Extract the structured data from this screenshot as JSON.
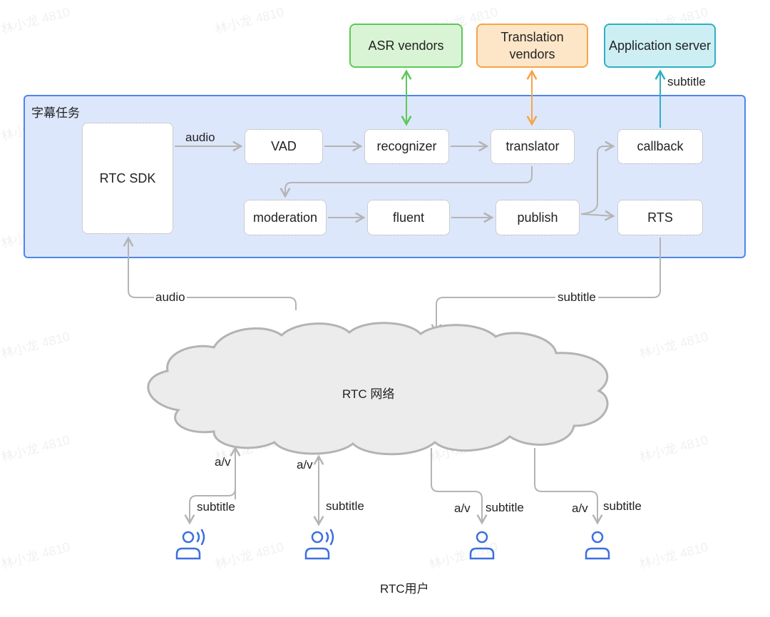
{
  "watermark": "林小龙 4810",
  "group": {
    "title": "字幕任务"
  },
  "nodes": {
    "rtc_sdk": "RTC SDK",
    "vad": "VAD",
    "recognizer": "recognizer",
    "translator": "translator",
    "callback": "callback",
    "moderation": "moderation",
    "fluent": "fluent",
    "publish": "publish",
    "rts": "RTS"
  },
  "vendors": {
    "asr": "ASR vendors",
    "translation": "Translation vendors",
    "app_server": "Application server"
  },
  "edge_labels": {
    "sdk_to_vad": "audio",
    "callback_to_server": "subtitle",
    "network_to_sdk": "audio",
    "rts_to_network": "subtitle"
  },
  "network": {
    "label": "RTC 网络"
  },
  "users": {
    "label": "RTC用户",
    "items": [
      {
        "up": "a/v",
        "down": "subtitle"
      },
      {
        "up": "a/v",
        "down": "subtitle"
      },
      {
        "up": "a/v",
        "down": "subtitle"
      },
      {
        "up": "a/v",
        "down": "subtitle"
      }
    ]
  },
  "colors": {
    "asr": "#5cc85a",
    "translation": "#f5a54a",
    "app_server": "#2fb0c3",
    "group_border": "#4e86e8",
    "group_fill": "#dde7fb",
    "user_icon": "#3b6fe0",
    "edge": "#b4b4b4"
  }
}
